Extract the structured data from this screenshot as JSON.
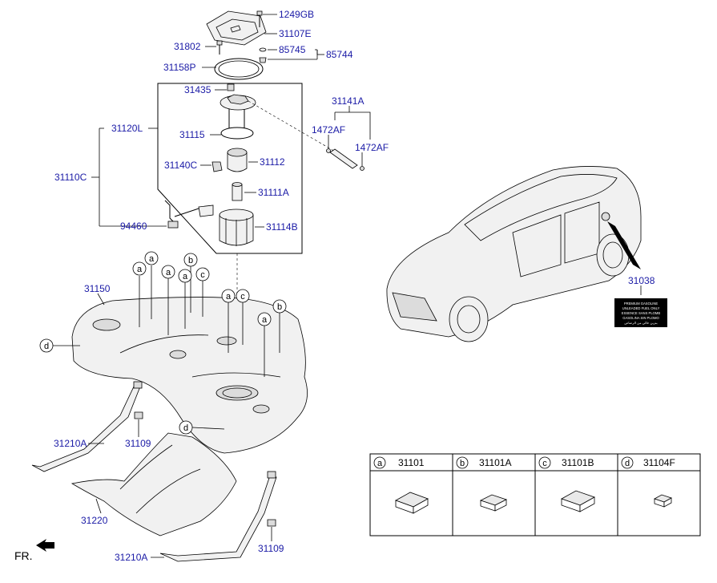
{
  "part_labels": {
    "p1249GB": "1249GB",
    "p31107E": "31107E",
    "p31802": "31802",
    "p85745": "85745",
    "p85744": "85744",
    "p31158P": "31158P",
    "p31435": "31435",
    "p31141A": "31141A",
    "p1472AF_a": "1472AF",
    "p1472AF_b": "1472AF",
    "p31120L": "31120L",
    "p31115": "31115",
    "p31110C": "31110C",
    "p31140C": "31140C",
    "p31112": "31112",
    "p31111A": "31111A",
    "p94460": "94460",
    "p31114B": "31114B",
    "p31150": "31150",
    "p31038": "31038",
    "p31210A_a": "31210A",
    "p31109_a": "31109",
    "p31220": "31220",
    "p31109_b": "31109",
    "p31210A_b": "31210A"
  },
  "callout_letters": {
    "a1": "a",
    "a2": "a",
    "b1": "b",
    "a3": "a",
    "a4": "a",
    "c1": "c",
    "a5": "a",
    "c2": "c",
    "a6": "a",
    "b2": "b",
    "d1": "d",
    "d2": "d"
  },
  "legend_table": {
    "columns": [
      {
        "letter": "a",
        "part": "31101"
      },
      {
        "letter": "b",
        "part": "31101A"
      },
      {
        "letter": "c",
        "part": "31101B"
      },
      {
        "letter": "d",
        "part": "31104F"
      }
    ]
  },
  "front_marker": "FR.",
  "fuel_label_lines": [
    "PREMIUM GASOLINE",
    "UNLEADED FUEL ONLY",
    "ESSENCE SANS PLOMB",
    "GASOLINA SIN PLOMO",
    "بنزين خالي من الرصاص"
  ]
}
